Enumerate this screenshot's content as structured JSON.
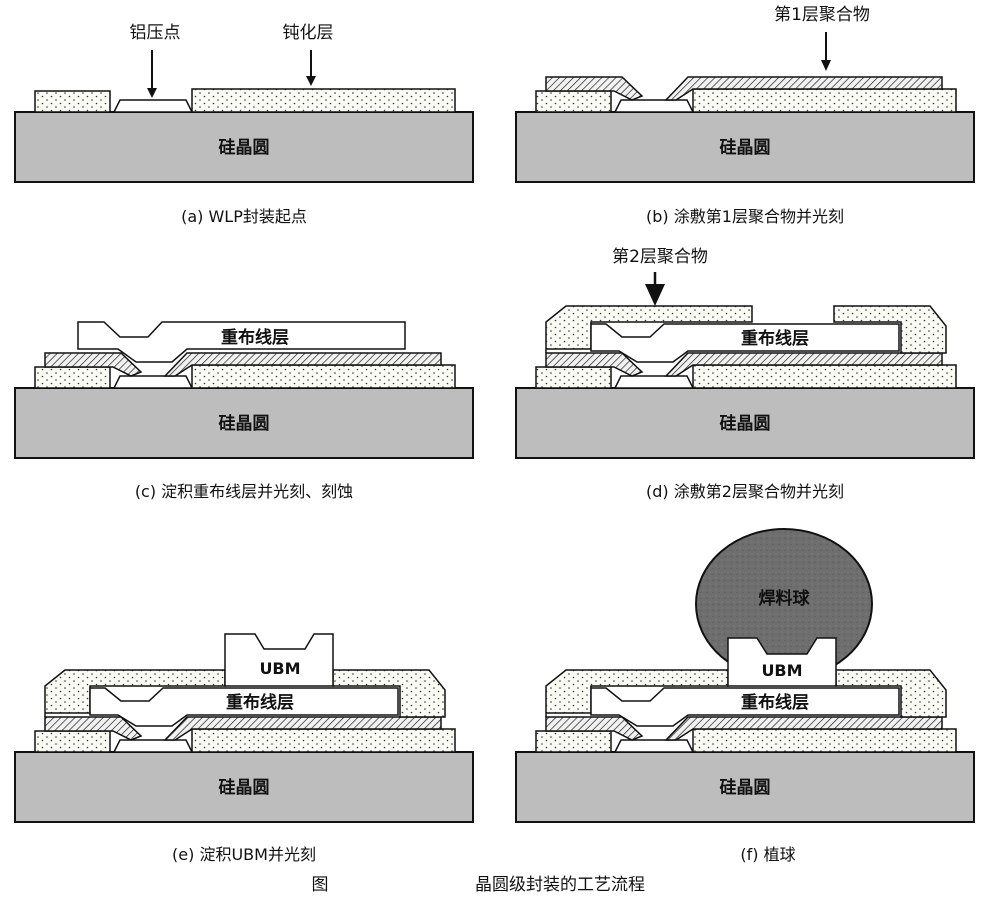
{
  "labels": {
    "al_pad": "铝压点",
    "passivation": "钝化层",
    "polymer1": "第1层聚合物",
    "polymer2": "第2层聚合物",
    "wafer": "硅晶圆",
    "rdl": "重布线层",
    "ubm": "UBM",
    "solder_ball": "焊料球"
  },
  "captions": {
    "a": "(a) WLP封装起点",
    "b": "(b) 涂敷第1层聚合物并光刻",
    "c": "(c) 淀积重布线层并光刻、刻蚀",
    "d": "(d) 涂敷第2层聚合物并光刻",
    "e": "(e) 淀积UBM并光刻",
    "f": "(f) 植球"
  },
  "figure": {
    "prefix": "图",
    "title": "晶圆级封装的工艺流程"
  },
  "colors": {
    "wafer": "#bdbdbd",
    "solder_ball": "#6e6e6e",
    "outline": "#111111"
  }
}
